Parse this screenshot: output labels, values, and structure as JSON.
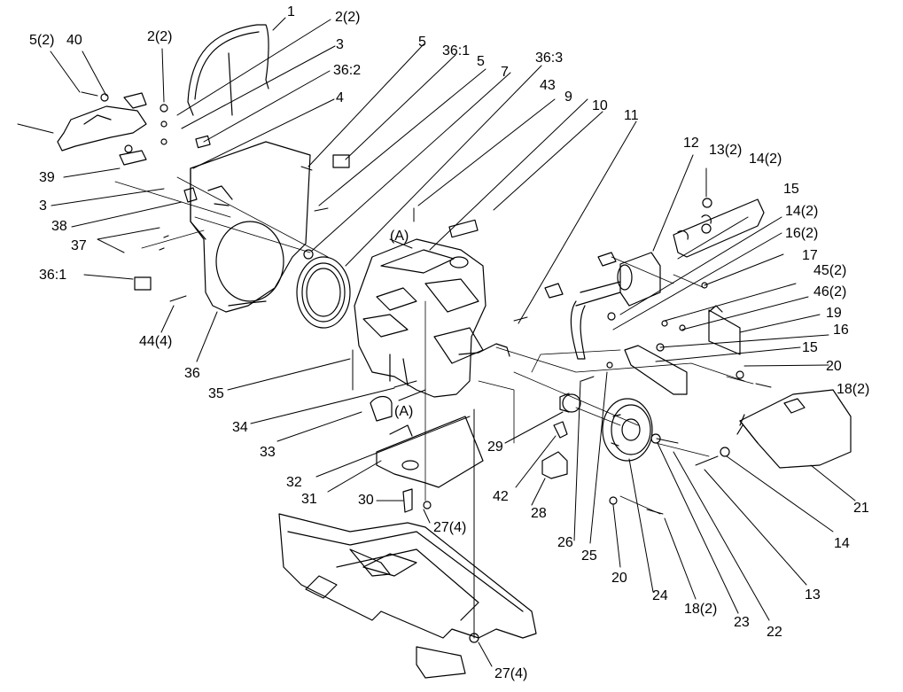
{
  "labels": {
    "l1": "1",
    "l2a": "2(2)",
    "l3a": "3",
    "l36_2": "36:2",
    "l4": "4",
    "l5_2": "5(2)",
    "l40": "40",
    "l2b": "2(2)",
    "l5a": "5",
    "l36_1a": "36:1",
    "l5b": "5",
    "l7": "7",
    "l36_3": "36:3",
    "l43": "43",
    "l9": "9",
    "l10": "10",
    "l11": "11",
    "l12": "12",
    "l13_2": "13(2)",
    "l14_2a": "14(2)",
    "l15a": "15",
    "l14_2b": "14(2)",
    "l16_2": "16(2)",
    "l17": "17",
    "l45_2": "45(2)",
    "l46_2": "46(2)",
    "l19": "19",
    "l16": "16",
    "l15b": "15",
    "l20a": "20",
    "l18_2a": "18(2)",
    "l39": "39",
    "l3b": "3",
    "l38": "38",
    "l37": "37",
    "l36_1b": "36:1",
    "l44_4": "44(4)",
    "l36": "36",
    "l35": "35",
    "l34": "34",
    "l33": "33",
    "l32": "32",
    "l31": "31",
    "l30": "30",
    "l27_4a": "27(4)",
    "l27_4b": "27(4)",
    "lAa": "(A)",
    "lAb": "(A)",
    "l29": "29",
    "l42": "42",
    "l28": "28",
    "l26": "26",
    "l25": "25",
    "l24": "24",
    "l20b": "20",
    "l18_2b": "18(2)",
    "l23": "23",
    "l22": "22",
    "l21": "21",
    "l14": "14",
    "l13": "13"
  }
}
